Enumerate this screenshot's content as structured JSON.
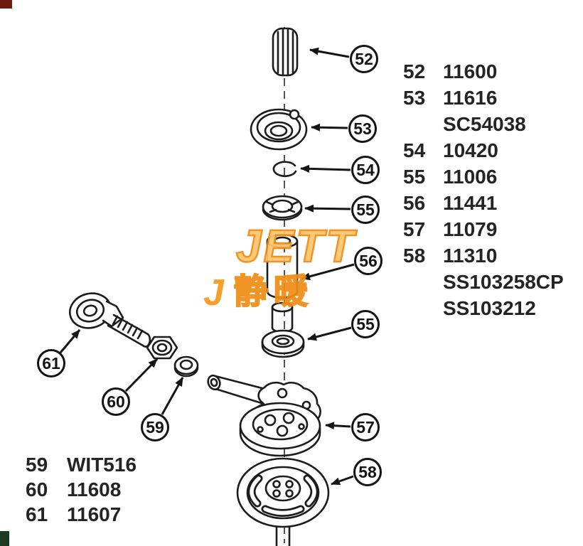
{
  "watermark": {
    "logo": "JETT",
    "cjk": "静暖",
    "accent_color": "#ef8d15"
  },
  "callouts": [
    {
      "label": "52"
    },
    {
      "label": "53"
    },
    {
      "label": "54"
    },
    {
      "label": "55"
    },
    {
      "label": "56"
    },
    {
      "label": "55"
    },
    {
      "label": "57"
    },
    {
      "label": "58"
    },
    {
      "label": "61"
    },
    {
      "label": "60"
    },
    {
      "label": "59"
    }
  ],
  "parts_list_right": {
    "rows": [
      {
        "ref": "52",
        "part": "11600"
      },
      {
        "ref": "53",
        "part": "11616"
      },
      {
        "ref": "",
        "part": "SC54038"
      },
      {
        "ref": "54",
        "part": "10420"
      },
      {
        "ref": "55",
        "part": "11006"
      },
      {
        "ref": "56",
        "part": "11441"
      },
      {
        "ref": "57",
        "part": "11079"
      },
      {
        "ref": "58",
        "part": "11310"
      },
      {
        "ref": "",
        "part": "SS103258CP"
      },
      {
        "ref": "",
        "part": "SS103212"
      }
    ]
  },
  "parts_list_bottom": {
    "rows": [
      {
        "ref": "59",
        "part": "WIT516"
      },
      {
        "ref": "60",
        "part": "11608"
      },
      {
        "ref": "61",
        "part": "11607"
      }
    ]
  }
}
